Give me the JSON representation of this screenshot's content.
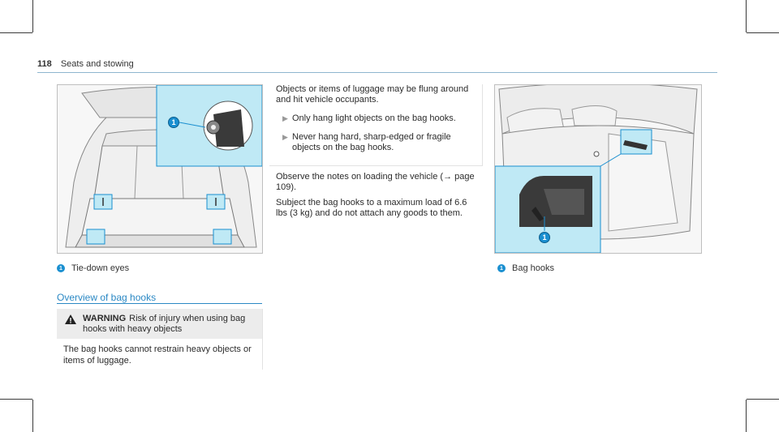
{
  "header": {
    "page_number": "118",
    "section": "Seats and stowing"
  },
  "figure1": {
    "callout": "1",
    "caption": "Tie-down eyes"
  },
  "section": {
    "title": "Overview of bag hooks"
  },
  "warning": {
    "label": "WARNING",
    "headline": "Risk of injury when using bag hooks with heavy objects",
    "body": "The bag hooks cannot restrain heavy objects or items of luggage."
  },
  "box2": {
    "intro": "Objects or items of luggage may be flung around and hit vehicle occupants.",
    "bullets": [
      "Only hang light objects on the bag hooks.",
      "Never hang hard, sharp-edged or fragile objects on the bag hooks."
    ]
  },
  "notes": {
    "observe": "Observe the notes on loading the vehicle (→ page 109).",
    "subject": "Subject the bag hooks to a maximum load of 6.6 lbs (3 kg) and do not attach any goods to them."
  },
  "figure2": {
    "callout": "1",
    "caption": "Bag hooks"
  },
  "icons": {
    "warning": "warning-triangle-icon",
    "bullet": "triangle-bullet-icon",
    "callout": "callout-number-icon"
  },
  "colors": {
    "accent": "#2a88c4",
    "callout": "#1a8fd0",
    "highlight": "#bfe9f5"
  }
}
